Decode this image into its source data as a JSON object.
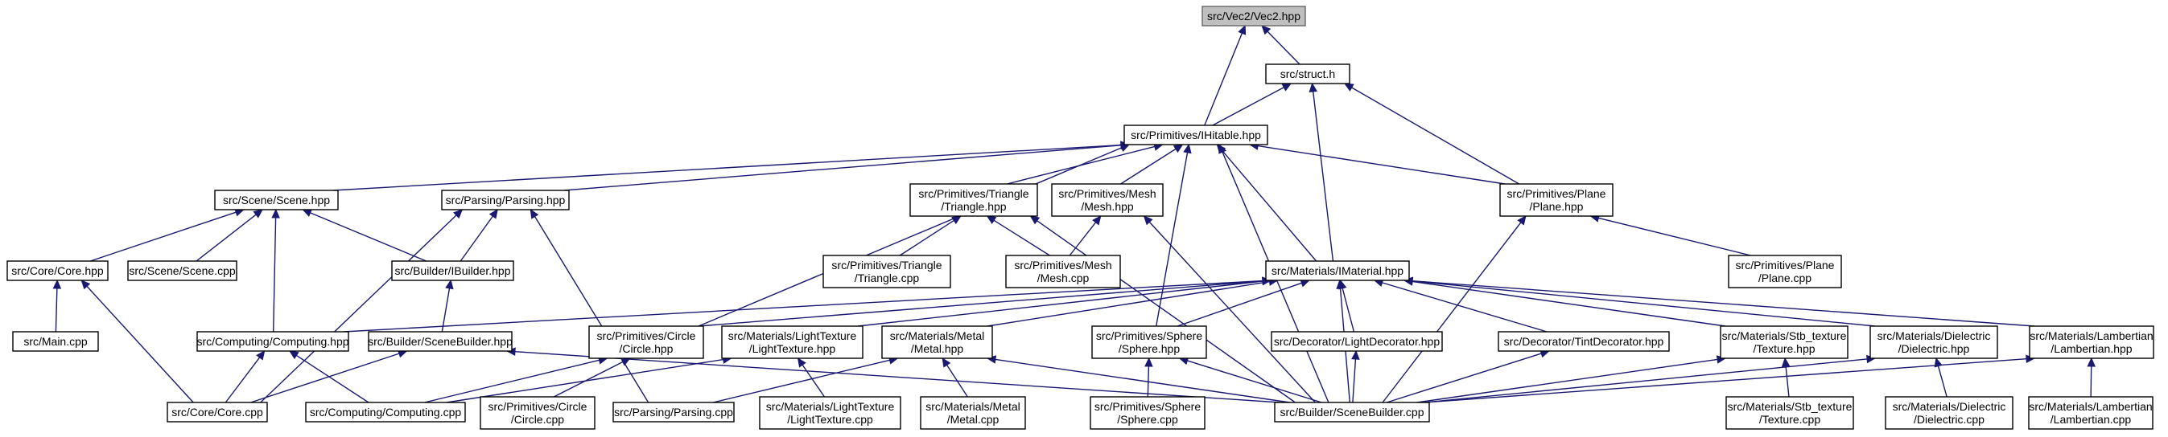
{
  "colors": {
    "edge": "#191970",
    "root_fill": "#bfbfbf",
    "node_stroke": "#000000"
  },
  "nodes": {
    "vec2": {
      "lines": [
        "src/Vec2/Vec2.hpp"
      ],
      "root": true
    },
    "struct": {
      "lines": [
        "src/struct.h"
      ]
    },
    "ihitable": {
      "lines": [
        "src/Primitives/IHitable.hpp"
      ]
    },
    "scene": {
      "lines": [
        "src/Scene/Scene.hpp"
      ]
    },
    "parsing": {
      "lines": [
        "src/Parsing/Parsing.hpp"
      ]
    },
    "triangle": {
      "lines": [
        "src/Primitives/Triangle",
        "/Triangle.hpp"
      ]
    },
    "mesh": {
      "lines": [
        "src/Primitives/Mesh",
        "/Mesh.hpp"
      ]
    },
    "plane": {
      "lines": [
        "src/Primitives/Plane",
        "/Plane.hpp"
      ]
    },
    "corehpp": {
      "lines": [
        "src/Core/Core.hpp"
      ]
    },
    "scenecpp": {
      "lines": [
        "src/Scene/Scene.cpp"
      ]
    },
    "ibuilder": {
      "lines": [
        "src/Builder/IBuilder.hpp"
      ]
    },
    "trianglecpp": {
      "lines": [
        "src/Primitives/Triangle",
        "/Triangle.cpp"
      ]
    },
    "meshcpp": {
      "lines": [
        "src/Primitives/Mesh",
        "/Mesh.cpp"
      ]
    },
    "imaterial": {
      "lines": [
        "src/Materials/IMaterial.hpp"
      ]
    },
    "planecpp": {
      "lines": [
        "src/Primitives/Plane",
        "/Plane.cpp"
      ]
    },
    "main": {
      "lines": [
        "src/Main.cpp"
      ]
    },
    "computing": {
      "lines": [
        "src/Computing/Computing.hpp"
      ]
    },
    "scenebuilder": {
      "lines": [
        "src/Builder/SceneBuilder.hpp"
      ]
    },
    "circle": {
      "lines": [
        "src/Primitives/Circle",
        "/Circle.hpp"
      ]
    },
    "lighttexture": {
      "lines": [
        "src/Materials/LightTexture",
        "/LightTexture.hpp"
      ]
    },
    "metal": {
      "lines": [
        "src/Materials/Metal",
        "/Metal.hpp"
      ]
    },
    "sphere": {
      "lines": [
        "src/Primitives/Sphere",
        "/Sphere.hpp"
      ]
    },
    "lightdecorator": {
      "lines": [
        "src/Decorator/LightDecorator.hpp"
      ]
    },
    "tintdecorator": {
      "lines": [
        "src/Decorator/TintDecorator.hpp"
      ]
    },
    "stbtexture": {
      "lines": [
        "src/Materials/Stb_texture",
        "/Texture.hpp"
      ]
    },
    "dielectric": {
      "lines": [
        "src/Materials/Dielectric",
        "/Dielectric.hpp"
      ]
    },
    "lambertian": {
      "lines": [
        "src/Materials/Lambertian",
        "/Lambertian.hpp"
      ]
    },
    "corecpp": {
      "lines": [
        "src/Core/Core.cpp"
      ]
    },
    "computingcpp": {
      "lines": [
        "src/Computing/Computing.cpp"
      ]
    },
    "circlecpp": {
      "lines": [
        "src/Primitives/Circle",
        "/Circle.cpp"
      ]
    },
    "parsingcpp": {
      "lines": [
        "src/Parsing/Parsing.cpp"
      ]
    },
    "lighttexturecpp": {
      "lines": [
        "src/Materials/LightTexture",
        "/LightTexture.cpp"
      ]
    },
    "metalcpp": {
      "lines": [
        "src/Materials/Metal",
        "/Metal.cpp"
      ]
    },
    "scenebuildercpp": {
      "lines": [
        "src/Builder/SceneBuilder.cpp"
      ]
    },
    "spherecpp": {
      "lines": [
        "src/Primitives/Sphere",
        "/Sphere.cpp"
      ]
    },
    "texturecpp": {
      "lines": [
        "src/Materials/Stb_texture",
        "/Texture.cpp"
      ]
    },
    "dielectriccpp": {
      "lines": [
        "src/Materials/Dielectric",
        "/Dielectric.cpp"
      ]
    },
    "lambertiancpp": {
      "lines": [
        "src/Materials/Lambertian",
        "/Lambertian.cpp"
      ]
    }
  },
  "edges": [
    [
      "vec2",
      "struct"
    ],
    [
      "vec2",
      "ihitable"
    ],
    [
      "struct",
      "ihitable"
    ],
    [
      "struct",
      "imaterial"
    ],
    [
      "struct",
      "plane"
    ],
    [
      "ihitable",
      "scene"
    ],
    [
      "ihitable",
      "parsing"
    ],
    [
      "ihitable",
      "triangle"
    ],
    [
      "ihitable",
      "mesh"
    ],
    [
      "ihitable",
      "plane"
    ],
    [
      "ihitable",
      "imaterial"
    ],
    [
      "ihitable",
      "circle"
    ],
    [
      "ihitable",
      "sphere"
    ],
    [
      "ihitable",
      "scenebuildercpp"
    ],
    [
      "scene",
      "corehpp"
    ],
    [
      "scene",
      "scenecpp"
    ],
    [
      "scene",
      "ibuilder"
    ],
    [
      "scene",
      "computing"
    ],
    [
      "parsing",
      "ibuilder"
    ],
    [
      "parsing",
      "corecpp"
    ],
    [
      "parsing",
      "parsingcpp"
    ],
    [
      "triangle",
      "trianglecpp"
    ],
    [
      "triangle",
      "meshcpp"
    ],
    [
      "triangle",
      "scenebuildercpp"
    ],
    [
      "mesh",
      "meshcpp"
    ],
    [
      "mesh",
      "scenebuildercpp"
    ],
    [
      "plane",
      "planecpp"
    ],
    [
      "plane",
      "scenebuildercpp"
    ],
    [
      "corehpp",
      "main"
    ],
    [
      "corehpp",
      "corecpp"
    ],
    [
      "ibuilder",
      "scenebuilder"
    ],
    [
      "imaterial",
      "computing"
    ],
    [
      "imaterial",
      "circle"
    ],
    [
      "imaterial",
      "lighttexture"
    ],
    [
      "imaterial",
      "metal"
    ],
    [
      "imaterial",
      "sphere"
    ],
    [
      "imaterial",
      "lightdecorator"
    ],
    [
      "imaterial",
      "tintdecorator"
    ],
    [
      "imaterial",
      "stbtexture"
    ],
    [
      "imaterial",
      "dielectric"
    ],
    [
      "imaterial",
      "lambertian"
    ],
    [
      "imaterial",
      "scenebuildercpp"
    ],
    [
      "computing",
      "corecpp"
    ],
    [
      "computing",
      "computingcpp"
    ],
    [
      "scenebuilder",
      "corecpp"
    ],
    [
      "scenebuilder",
      "scenebuildercpp"
    ],
    [
      "circle",
      "computingcpp"
    ],
    [
      "circle",
      "circlecpp"
    ],
    [
      "lighttexture",
      "computingcpp"
    ],
    [
      "lighttexture",
      "lighttexturecpp"
    ],
    [
      "metal",
      "parsingcpp"
    ],
    [
      "metal",
      "metalcpp"
    ],
    [
      "metal",
      "scenebuildercpp"
    ],
    [
      "sphere",
      "spherecpp"
    ],
    [
      "sphere",
      "scenebuildercpp"
    ],
    [
      "lightdecorator",
      "scenebuildercpp"
    ],
    [
      "tintdecorator",
      "scenebuildercpp"
    ],
    [
      "stbtexture",
      "texturecpp"
    ],
    [
      "stbtexture",
      "scenebuildercpp"
    ],
    [
      "dielectric",
      "dielectriccpp"
    ],
    [
      "dielectric",
      "scenebuildercpp"
    ],
    [
      "lambertian",
      "lambertiancpp"
    ],
    [
      "lambertian",
      "scenebuildercpp"
    ]
  ]
}
